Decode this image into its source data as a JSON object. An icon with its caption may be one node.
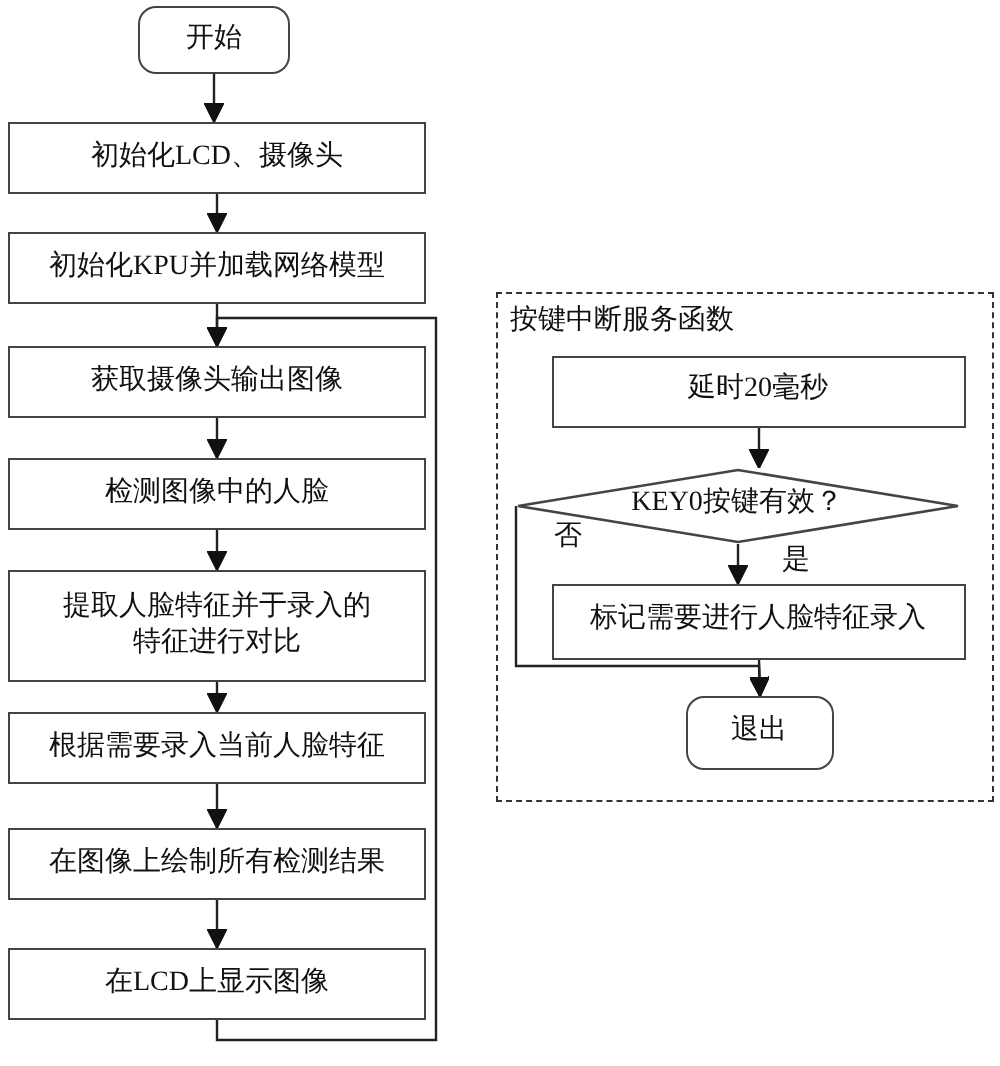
{
  "diagram": {
    "nodes": [
      {
        "text": [
          "开始"
        ]
      },
      {
        "text": [
          "初始化LCD、摄像头"
        ]
      },
      {
        "text": [
          "初始化KPU并加载网络模型"
        ]
      },
      {
        "text": [
          "获取摄像头输出图像"
        ]
      },
      {
        "text": [
          "检测图像中的人脸"
        ]
      },
      {
        "text": [
          "提取人脸特征并于录入的特征进行对比"
        ]
      },
      {
        "text": [
          "根据需要录入当前人脸特征"
        ]
      },
      {
        "text": [
          "在图像上绘制所有检测结果"
        ]
      },
      {
        "text": [
          "在LCD上显示图像"
        ]
      },
      {
        "text": [
          "按键中断服务函数"
        ]
      },
      {
        "text": [
          "延时20毫秒"
        ],
        "in": 9
      },
      {
        "text": [
          "KEY0按键有效？"
        ],
        "in": 9
      },
      {
        "text": [
          "标记需要进行人脸特征录入"
        ],
        "in": 9
      },
      {
        "text": [
          "退出"
        ],
        "in": 9
      }
    ],
    "edges": [
      {
        "from": 0,
        "to": 1,
        "arrow": "to"
      },
      {
        "from": 1,
        "to": 2,
        "arrow": "to"
      },
      {
        "from": 2,
        "to": 3,
        "arrow": "to"
      },
      {
        "from": 3,
        "to": 4,
        "arrow": "to"
      },
      {
        "from": 4,
        "to": 5,
        "arrow": "to"
      },
      {
        "from": 5,
        "to": 6,
        "arrow": "to"
      },
      {
        "from": 6,
        "to": 7,
        "arrow": "to"
      },
      {
        "from": 7,
        "to": 8,
        "arrow": "to"
      },
      {
        "from": 8,
        "to": 3,
        "arrow": "to"
      },
      {
        "from": 10,
        "to": 11,
        "arrow": "to"
      },
      {
        "from": 11,
        "to": 12,
        "label": "是",
        "arrow": "to"
      },
      {
        "from": 11,
        "to": 13,
        "label": "否",
        "arrow": "to"
      },
      {
        "from": 12,
        "to": 13,
        "arrow": "to"
      }
    ]
  }
}
